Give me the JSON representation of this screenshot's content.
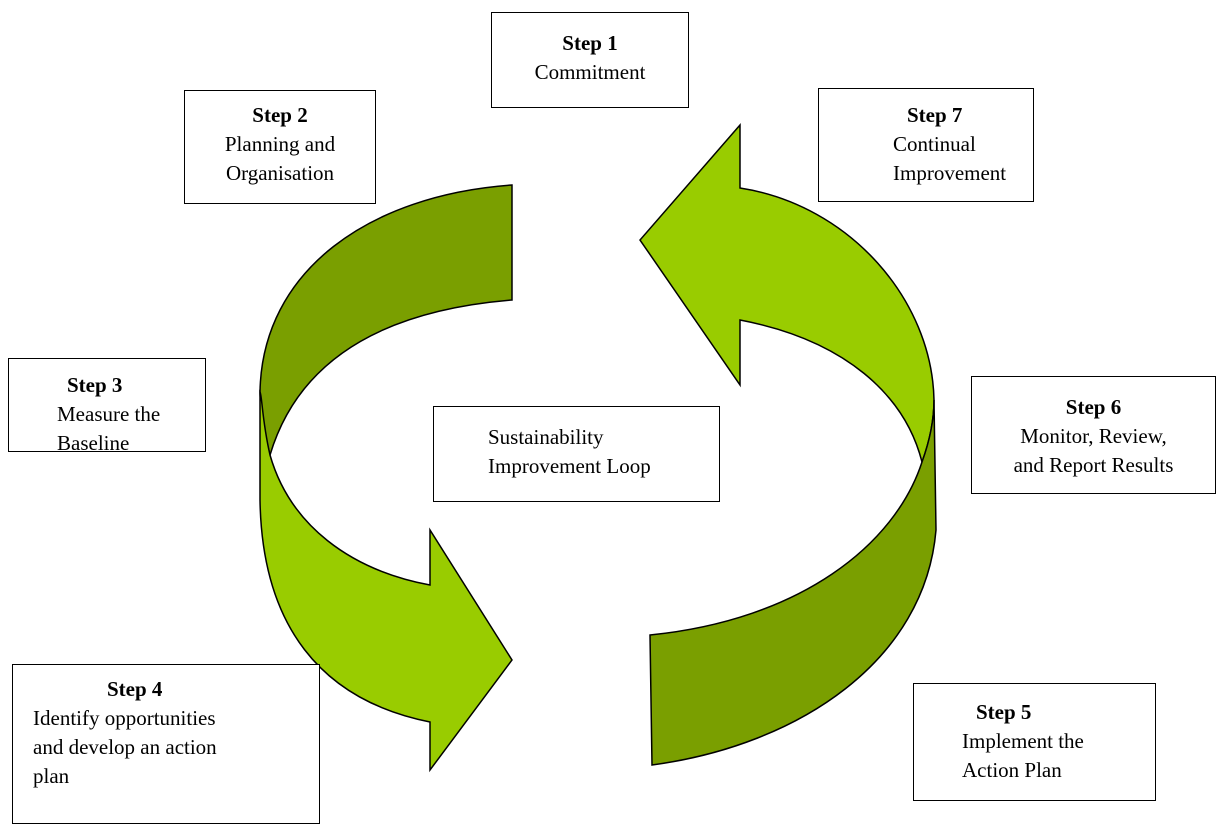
{
  "diagram": {
    "center_label": "Sustainability\nImprovement Loop",
    "colors": {
      "arrow_light": "#99cc00",
      "arrow_dark": "#7a9f00",
      "outline": "#000000"
    },
    "steps": [
      {
        "title": "Step 1",
        "text": "Commitment"
      },
      {
        "title": "Step 2",
        "text": "Planning and\nOrganisation"
      },
      {
        "title": "Step 3",
        "text": "Measure the\nBaseline"
      },
      {
        "title": "Step 4",
        "text": "Identify opportunities\nand develop an action\nplan"
      },
      {
        "title": "Step 5",
        "text": "Implement the\nAction Plan"
      },
      {
        "title": "Step 6",
        "text": "Monitor, Review,\nand Report Results"
      },
      {
        "title": "Step 7",
        "text": "Continual\nImprovement"
      }
    ]
  }
}
